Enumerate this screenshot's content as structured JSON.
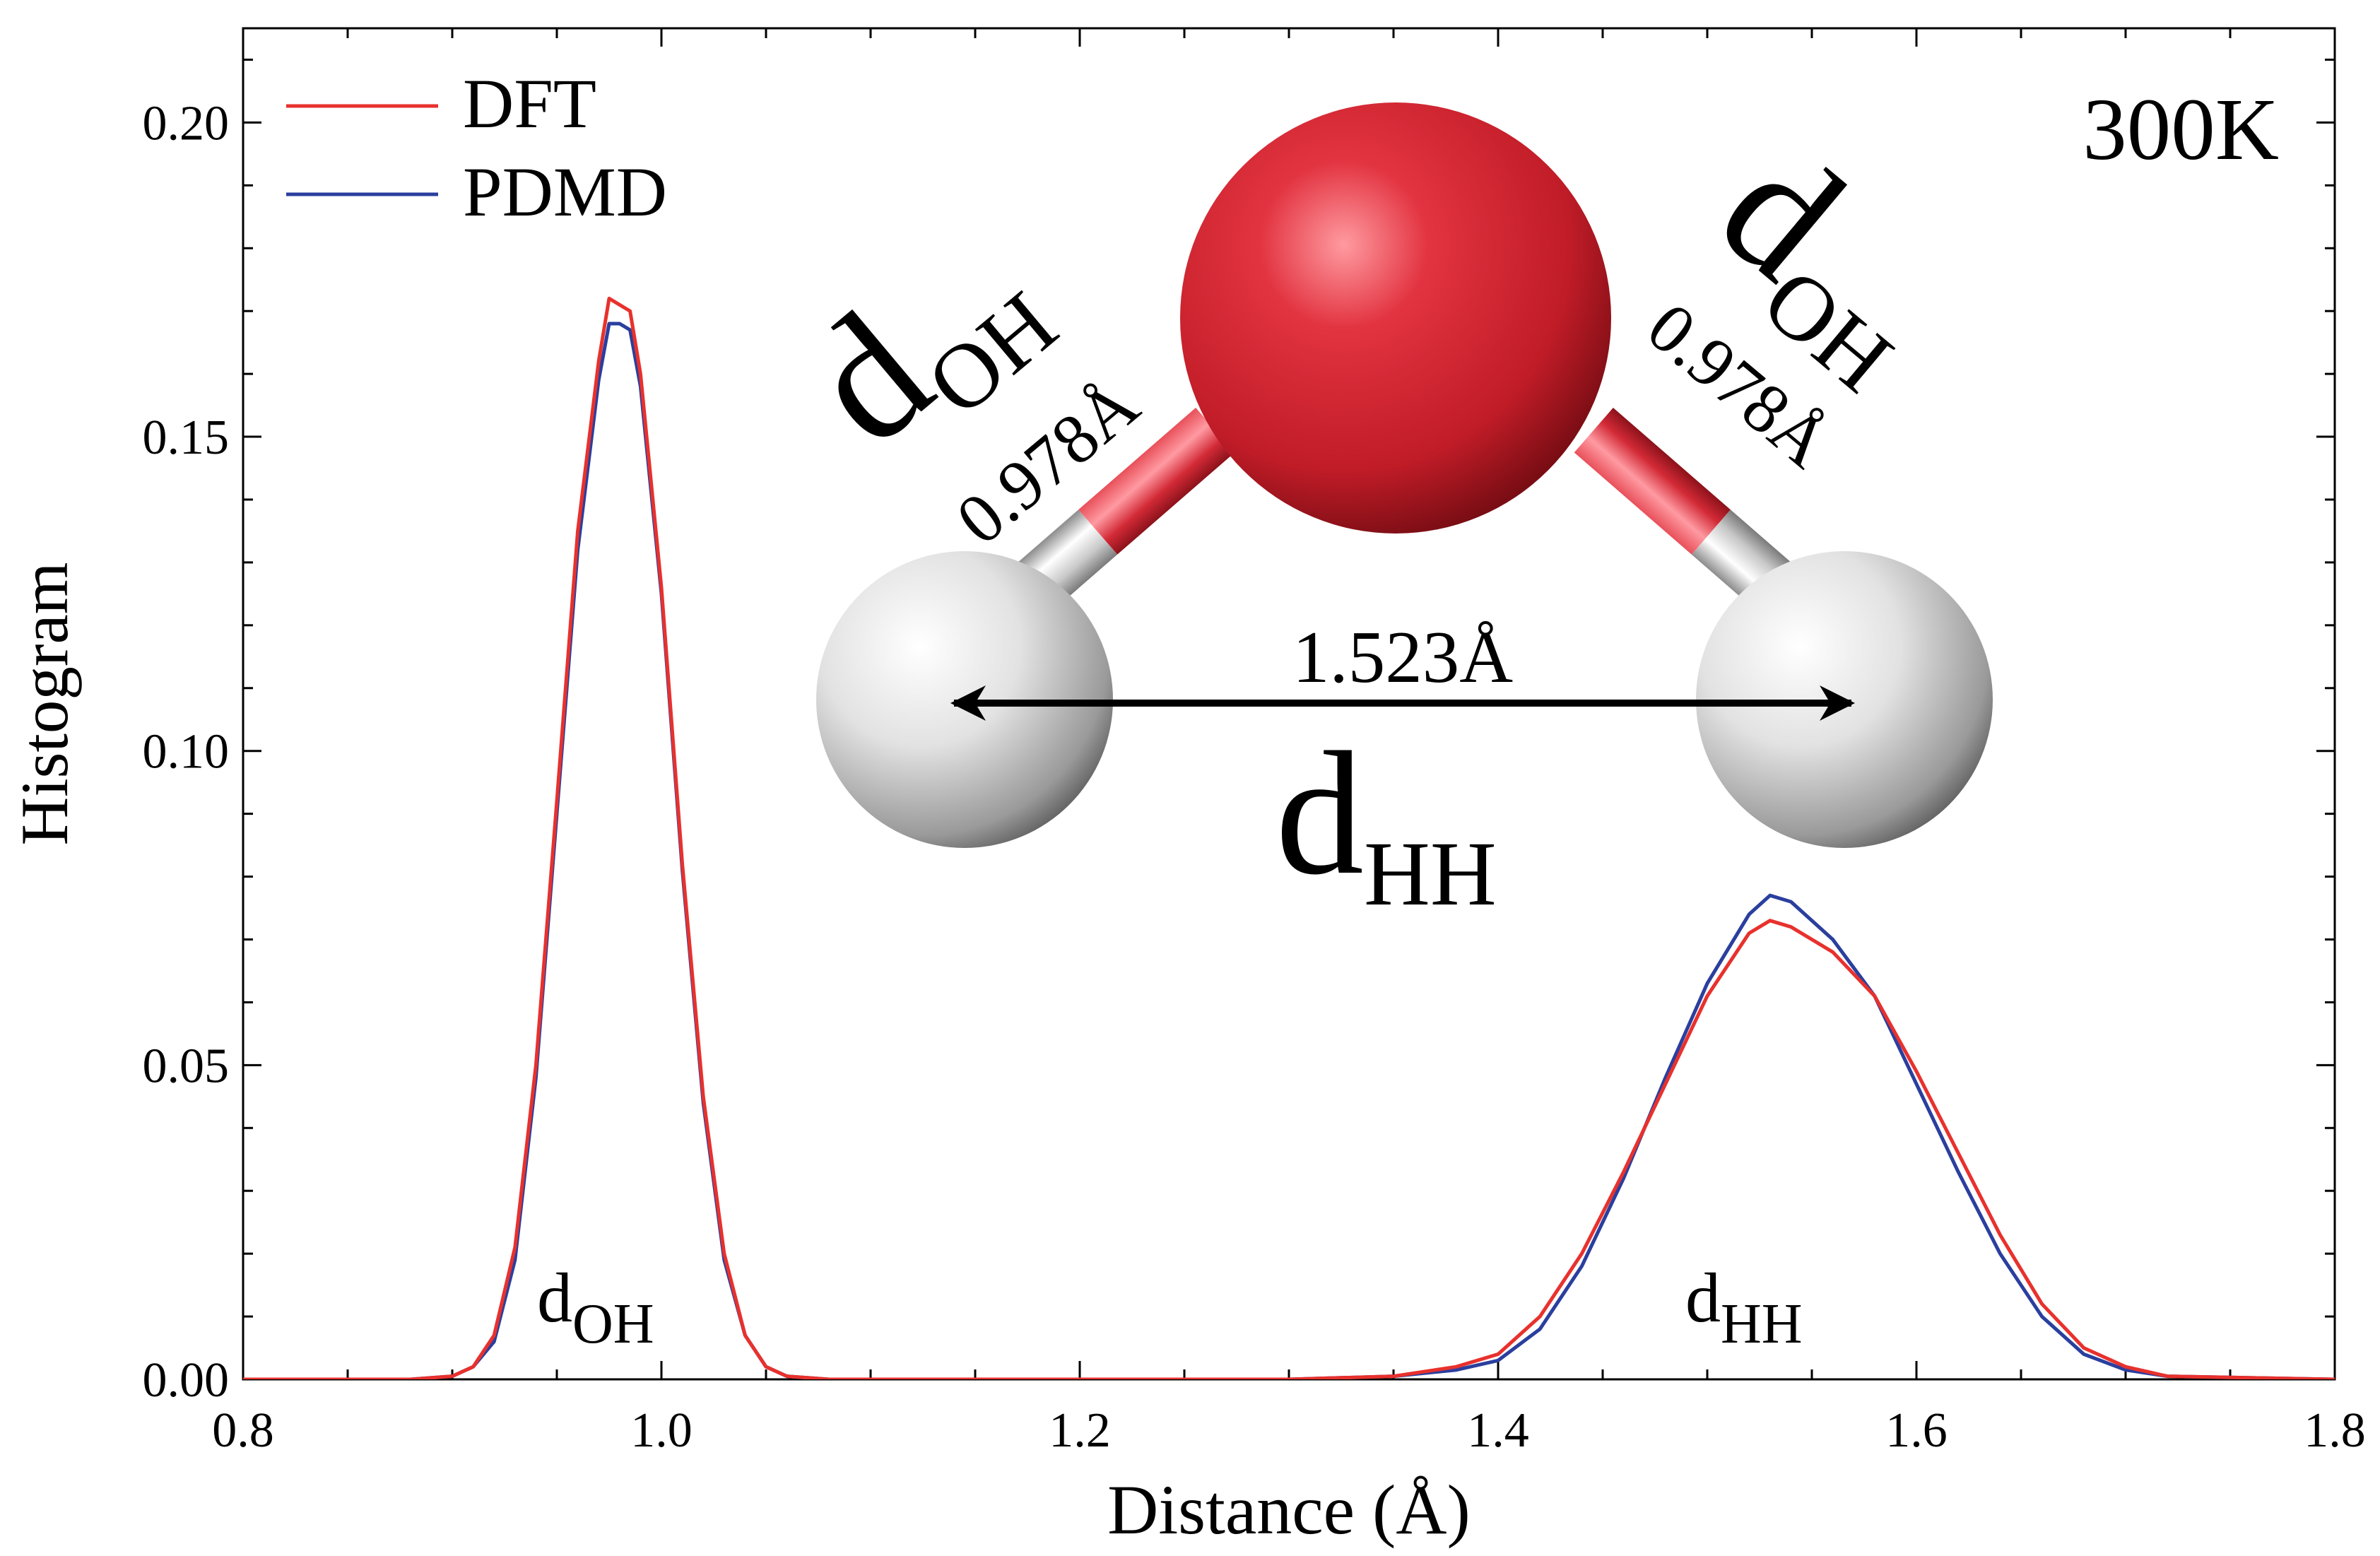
{
  "chart_data": {
    "type": "line",
    "xlabel": "Distance (Å)",
    "ylabel": "Histogram",
    "xlim": [
      0.8,
      1.8
    ],
    "ylim": [
      0.0,
      0.215
    ],
    "x_ticks": [
      0.8,
      1.0,
      1.2,
      1.4,
      1.6,
      1.8
    ],
    "x_tick_labels": [
      "0.8",
      "1.0",
      "1.2",
      "1.4",
      "1.6",
      "1.8"
    ],
    "y_ticks": [
      0.0,
      0.05,
      0.1,
      0.15,
      0.2
    ],
    "y_tick_labels": [
      "0.00",
      "0.05",
      "0.10",
      "0.15",
      "0.20"
    ],
    "legend_position": "top-left",
    "temperature_label": "300K",
    "grid": false,
    "series": [
      {
        "name": "DFT",
        "color": "#e8312d",
        "x": [
          0.8,
          0.88,
          0.9,
          0.91,
          0.92,
          0.93,
          0.94,
          0.95,
          0.96,
          0.97,
          0.975,
          0.98,
          0.985,
          0.99,
          1.0,
          1.01,
          1.02,
          1.03,
          1.04,
          1.05,
          1.06,
          1.08,
          1.1,
          1.2,
          1.3,
          1.35,
          1.38,
          1.4,
          1.42,
          1.44,
          1.46,
          1.48,
          1.5,
          1.52,
          1.53,
          1.54,
          1.56,
          1.58,
          1.6,
          1.62,
          1.64,
          1.66,
          1.68,
          1.7,
          1.72,
          1.8
        ],
        "y": [
          0.0,
          0.0,
          0.0005,
          0.002,
          0.007,
          0.021,
          0.05,
          0.092,
          0.135,
          0.162,
          0.172,
          0.171,
          0.17,
          0.16,
          0.126,
          0.082,
          0.045,
          0.02,
          0.007,
          0.002,
          0.0005,
          0.0,
          0.0,
          0.0,
          0.0,
          0.0005,
          0.002,
          0.004,
          0.01,
          0.02,
          0.033,
          0.047,
          0.061,
          0.071,
          0.073,
          0.072,
          0.068,
          0.061,
          0.049,
          0.036,
          0.023,
          0.012,
          0.005,
          0.002,
          0.0005,
          0.0
        ]
      },
      {
        "name": "PDMD",
        "color": "#2a3f9e",
        "x": [
          0.8,
          0.88,
          0.9,
          0.91,
          0.92,
          0.93,
          0.94,
          0.95,
          0.96,
          0.97,
          0.975,
          0.98,
          0.985,
          0.99,
          1.0,
          1.01,
          1.02,
          1.03,
          1.04,
          1.05,
          1.06,
          1.08,
          1.1,
          1.2,
          1.3,
          1.35,
          1.38,
          1.4,
          1.42,
          1.44,
          1.46,
          1.48,
          1.5,
          1.52,
          1.53,
          1.54,
          1.56,
          1.58,
          1.6,
          1.62,
          1.64,
          1.66,
          1.68,
          1.7,
          1.72,
          1.8
        ],
        "y": [
          0.0,
          0.0,
          0.0005,
          0.002,
          0.006,
          0.019,
          0.048,
          0.09,
          0.132,
          0.159,
          0.168,
          0.168,
          0.167,
          0.158,
          0.125,
          0.081,
          0.044,
          0.019,
          0.007,
          0.002,
          0.0005,
          0.0,
          0.0,
          0.0,
          0.0,
          0.0005,
          0.0015,
          0.003,
          0.008,
          0.018,
          0.032,
          0.048,
          0.063,
          0.074,
          0.077,
          0.076,
          0.07,
          0.061,
          0.047,
          0.033,
          0.02,
          0.01,
          0.004,
          0.0015,
          0.0005,
          0.0
        ]
      }
    ],
    "peak_labels": [
      {
        "base": "d",
        "sub": "OH",
        "x": 0.985
      },
      {
        "base": "d",
        "sub": "HH",
        "x": 1.53
      }
    ]
  },
  "molecule_inset": {
    "atoms": [
      "O",
      "H",
      "H"
    ],
    "colors": {
      "oxygen": "#d9222e",
      "hydrogen": "#d8d8d8",
      "bond": "#e6e6e6"
    },
    "bond_labels": [
      {
        "base": "d",
        "sub": "OH",
        "value": "0.978Å"
      },
      {
        "base": "d",
        "sub": "OH",
        "value": "0.978Å"
      }
    ],
    "hh_label": {
      "base": "d",
      "sub": "HH",
      "value": "1.523Å"
    }
  }
}
